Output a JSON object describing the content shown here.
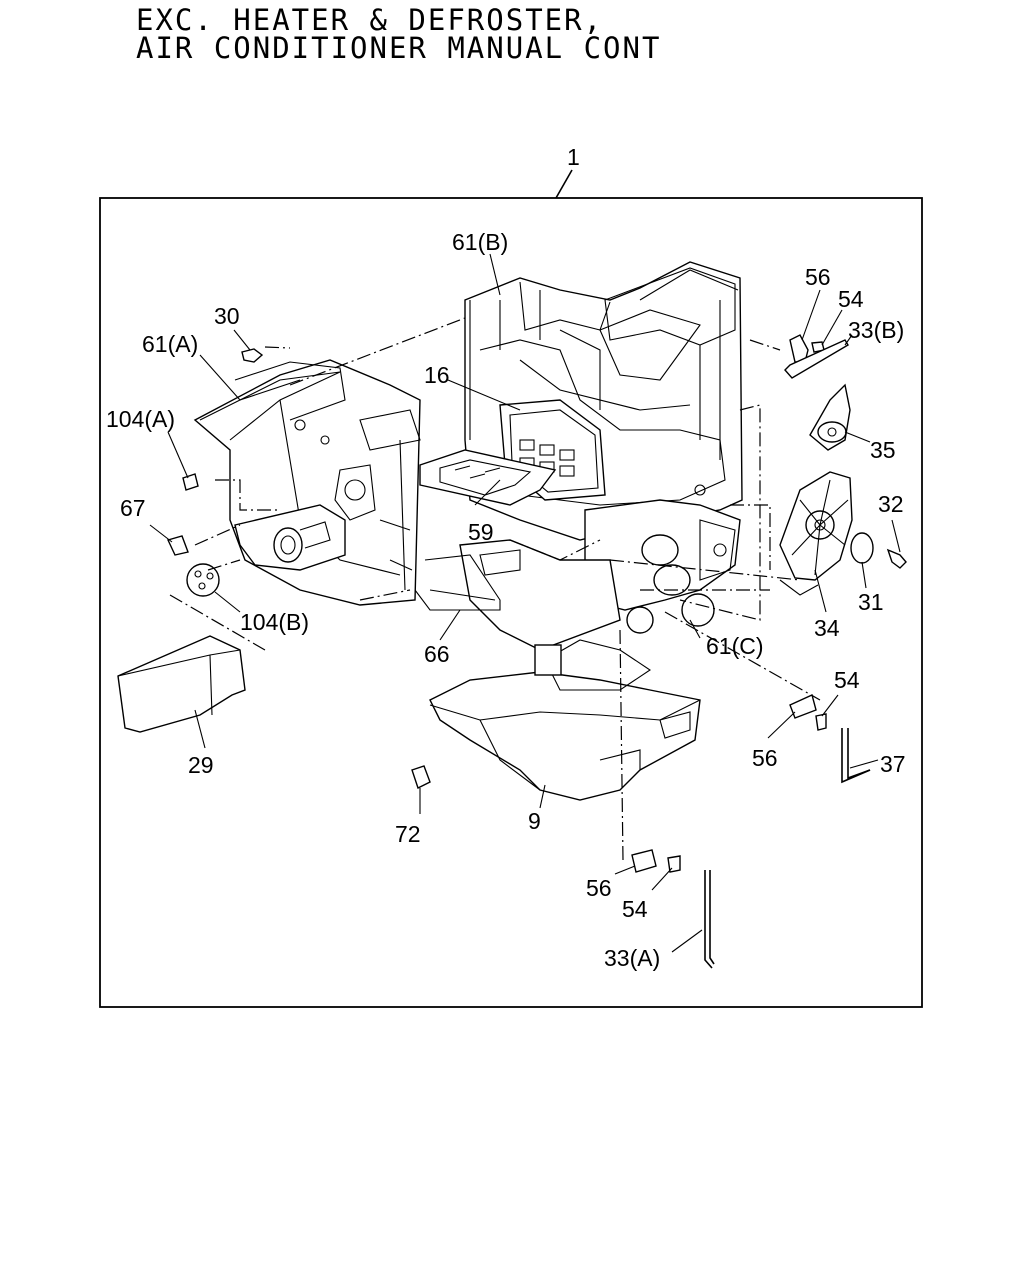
{
  "title": {
    "line1": "EXC. HEATER & DEFROSTER,",
    "line2": "AIR CONDITIONER MANUAL CONT"
  },
  "labels": {
    "l1": "1",
    "l61b": "61(B)",
    "l56a": "56",
    "l54a": "54",
    "l33b": "33(B)",
    "l30": "30",
    "l61a": "61(A)",
    "l16": "16",
    "l104a": "104(A)",
    "l35": "35",
    "l32": "32",
    "l67": "67",
    "l59": "59",
    "l31": "31",
    "l34": "34",
    "l104b": "104(B)",
    "l61c": "61(C)",
    "l66": "66",
    "l54b": "54",
    "l56b": "56",
    "l37": "37",
    "l29": "29",
    "l72": "72",
    "l9": "9",
    "l56c": "56",
    "l54c": "54",
    "l33a": "33(A)"
  }
}
